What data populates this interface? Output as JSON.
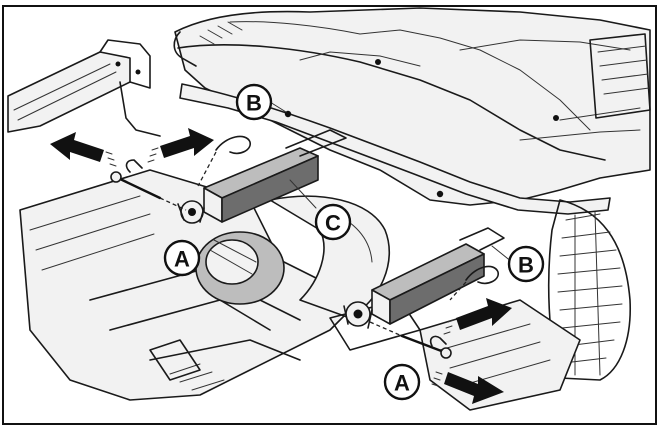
{
  "callouts": {
    "a_left": "A",
    "a_bottom": "A",
    "b_top": "B",
    "b_right": "B",
    "c_center": "C"
  }
}
